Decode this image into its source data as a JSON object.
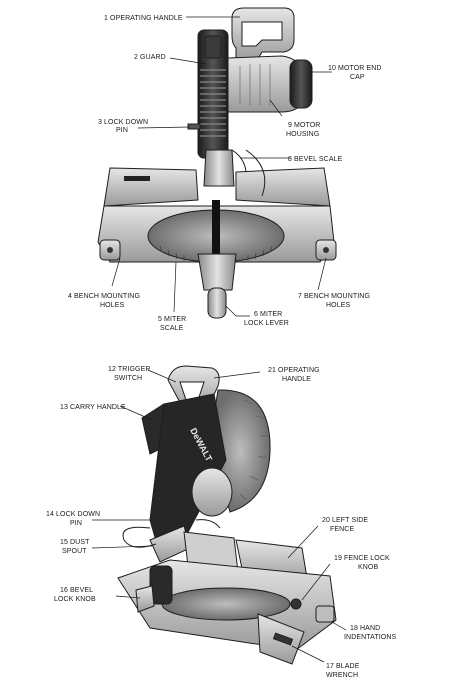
{
  "figure_a": {
    "labels": {
      "l1": "1 OPERATING HANDLE",
      "l2": "2 GUARD",
      "l3a": "3 LOCK DOWN",
      "l3b": "PIN",
      "l4a": "4 BENCH MOUNTING",
      "l4b": "HOLES",
      "l5a": "5 MITER",
      "l5b": "SCALE",
      "l6a": "6 MITER",
      "l6b": "LOCK LEVER",
      "l7a": "7 BENCH MOUNTING",
      "l7b": "HOLES",
      "l8": "8 BEVEL SCALE",
      "l9a": "9 MOTOR",
      "l9b": "HOUSING",
      "l10a": "10 MOTOR END",
      "l10b": "CAP"
    }
  },
  "figure_b": {
    "labels": {
      "l12a": "12 TRIGGER",
      "l12b": "SWITCH",
      "l21a": "21 OPERATING",
      "l21b": "HANDLE",
      "l13": "13 CARRY HANDLE",
      "l14a": "14 LOCK DOWN",
      "l14b": "PIN",
      "l15a": "15 DUST",
      "l15b": "SPOUT",
      "l16a": "16 BEVEL",
      "l16b": "LOCK KNOB",
      "l20a": "20 LEFT SIDE",
      "l20b": "FENCE",
      "l19a": "19 FENCE LOCK",
      "l19b": "KNOB",
      "l18a": "18 HAND",
      "l18b": "INDENTATIONS",
      "l17a": "17 BLADE",
      "l17b": "WRENCH"
    },
    "brand_text": "DeWALT"
  },
  "colors": {
    "ink": "#1e1e1e",
    "metal_light": "#d4d4d4",
    "metal_mid": "#a8a8a8",
    "metal_dark": "#4a4a4a",
    "body_black": "#222222"
  }
}
